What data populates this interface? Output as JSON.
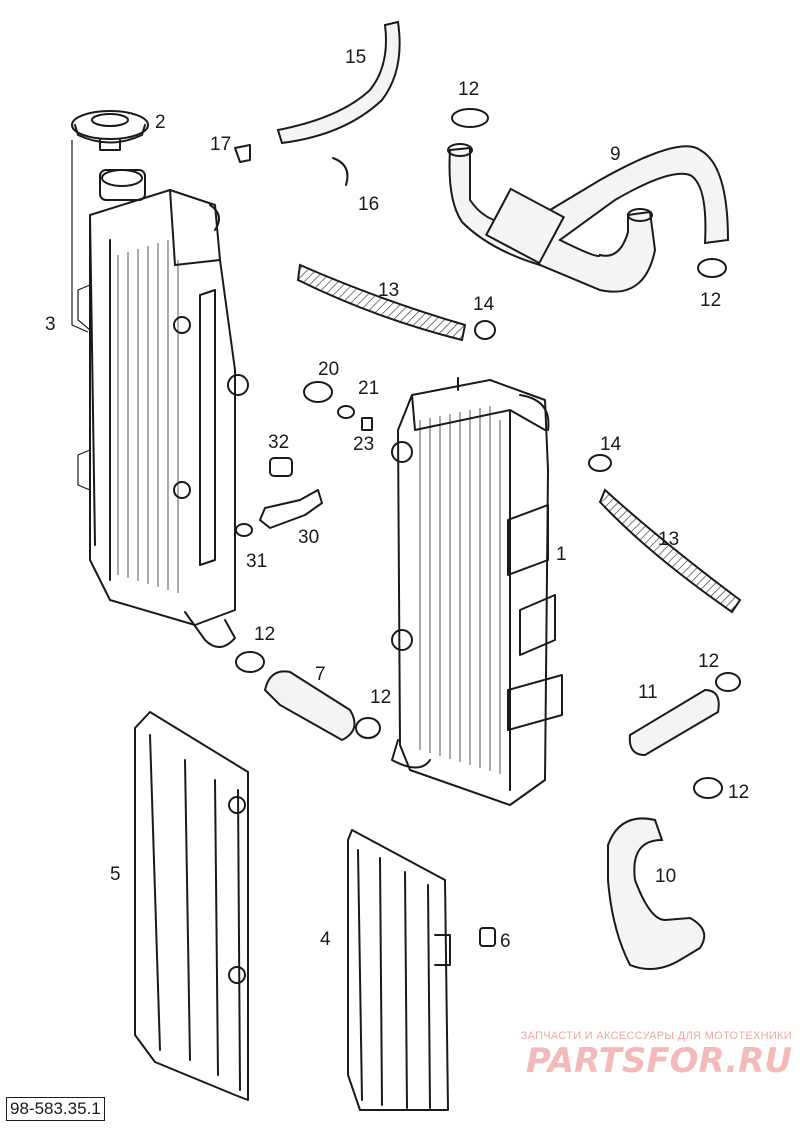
{
  "diagram": {
    "part_number": "98-583.35.1",
    "callouts": [
      {
        "key": "c1",
        "label": "1"
      },
      {
        "key": "c2",
        "label": "2"
      },
      {
        "key": "c3",
        "label": "3"
      },
      {
        "key": "c4",
        "label": "4"
      },
      {
        "key": "c5",
        "label": "5"
      },
      {
        "key": "c6",
        "label": "6"
      },
      {
        "key": "c7",
        "label": "7"
      },
      {
        "key": "c9",
        "label": "9"
      },
      {
        "key": "c10",
        "label": "10"
      },
      {
        "key": "c11",
        "label": "11"
      },
      {
        "key": "c12a",
        "label": "12"
      },
      {
        "key": "c12b",
        "label": "12"
      },
      {
        "key": "c12c",
        "label": "12"
      },
      {
        "key": "c12d",
        "label": "12"
      },
      {
        "key": "c12e",
        "label": "12"
      },
      {
        "key": "c12f",
        "label": "12"
      },
      {
        "key": "c13a",
        "label": "13"
      },
      {
        "key": "c13b",
        "label": "13"
      },
      {
        "key": "c14a",
        "label": "14"
      },
      {
        "key": "c14b",
        "label": "14"
      },
      {
        "key": "c15",
        "label": "15"
      },
      {
        "key": "c16",
        "label": "16"
      },
      {
        "key": "c17",
        "label": "17"
      },
      {
        "key": "c20",
        "label": "20"
      },
      {
        "key": "c21",
        "label": "21"
      },
      {
        "key": "c23",
        "label": "23"
      },
      {
        "key": "c30",
        "label": "30"
      },
      {
        "key": "c31",
        "label": "31"
      },
      {
        "key": "c32",
        "label": "32"
      }
    ]
  },
  "watermark": {
    "tagline": "ЗАПЧАСТИ И АКСЕССУАРЫ ДЛЯ МОТОТЕХНИКИ",
    "brand": "PARTSFOR.RU",
    "color": "#e23c3c"
  }
}
